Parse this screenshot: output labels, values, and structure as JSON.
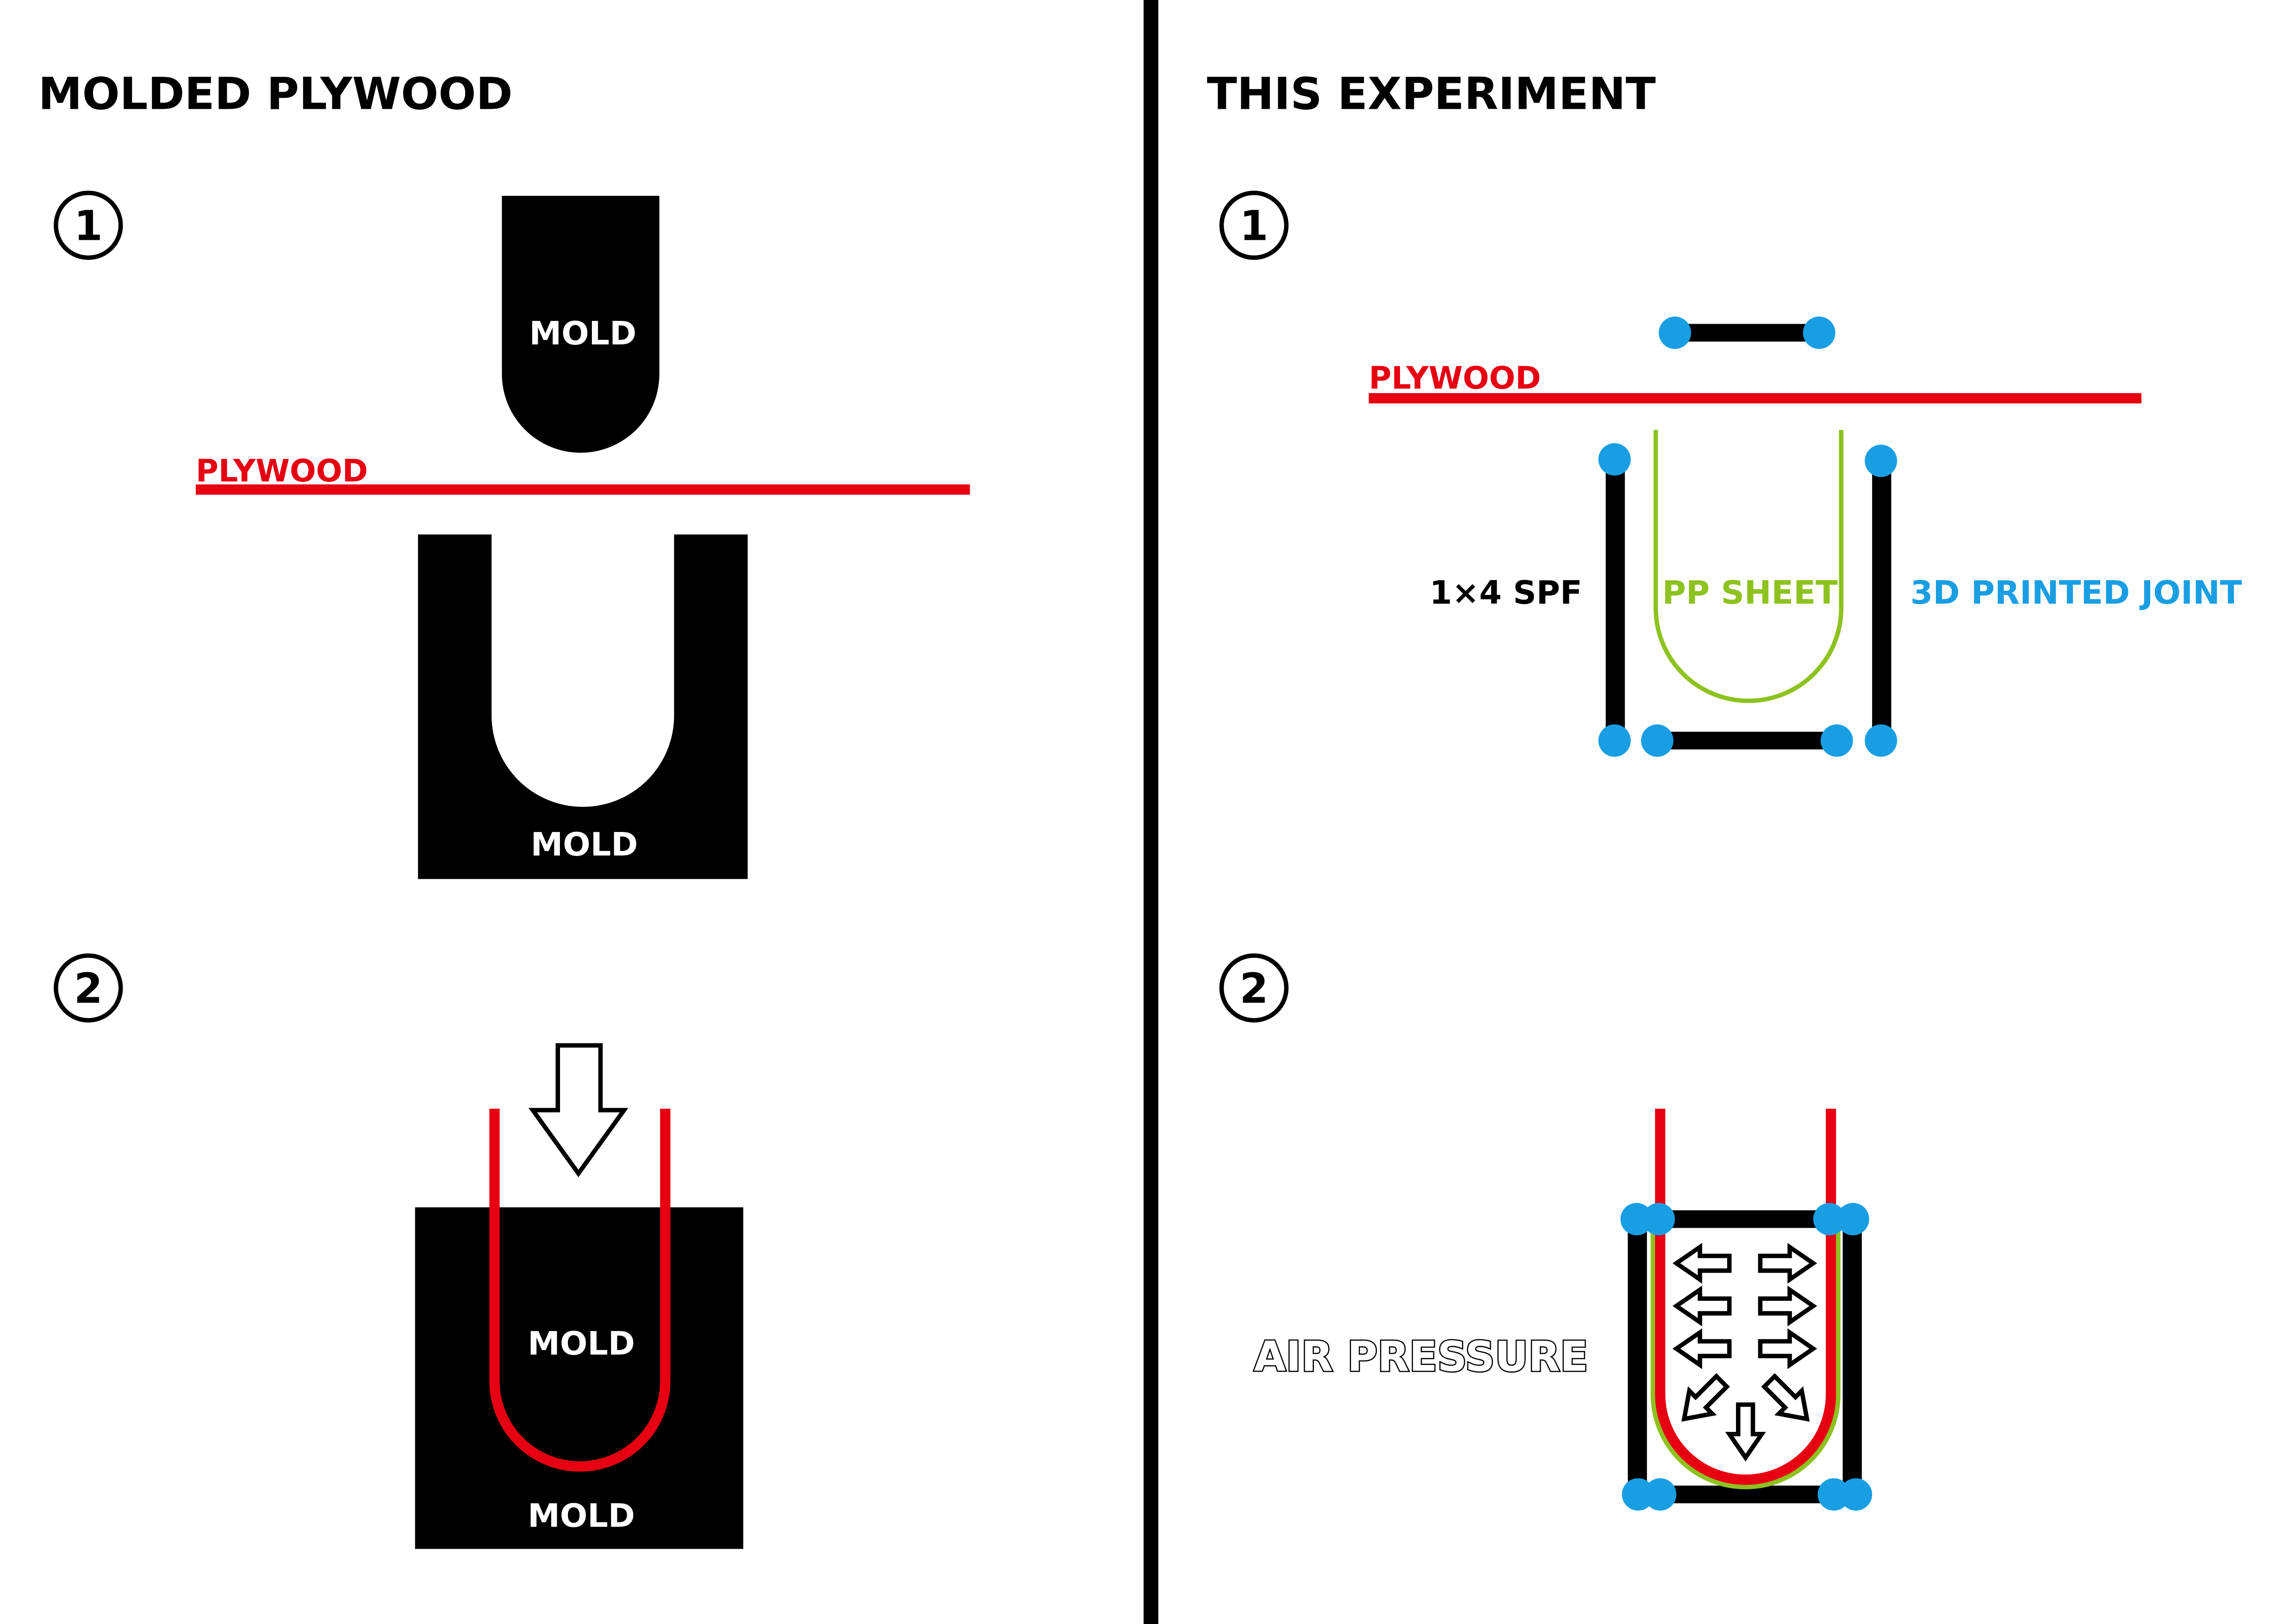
{
  "left_panel": {
    "title": "MOLDED PLYWOOD",
    "step1_number": "1",
    "step2_number": "2",
    "step1": {
      "top_mold_label": "MOLD",
      "plywood_label": "PLYWOOD",
      "bottom_mold_label": "MOLD"
    },
    "step2": {
      "upper_mold_label": "MOLD",
      "lower_mold_label": "MOLD"
    }
  },
  "right_panel": {
    "title": "THIS EXPERIMENT",
    "step1_number": "1",
    "step2_number": "2",
    "step1": {
      "plywood_label": "PLYWOOD",
      "lumber_label": "1×4 SPF",
      "pp_sheet_label": "PP SHEET",
      "joint_label": "3D PRINTED JOINT"
    },
    "step2": {
      "air_pressure_label": "AIR PRESSURE"
    }
  },
  "colors": {
    "plywood_red": "#e60012",
    "pp_sheet_green": "#8dc21f",
    "joint_blue": "#1a9ee3",
    "mold_black": "#000000"
  }
}
